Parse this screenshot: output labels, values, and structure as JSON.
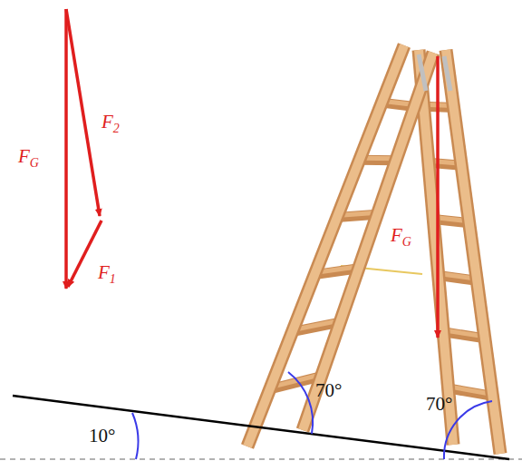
{
  "diagram": {
    "labels": [
      "FG",
      "F2",
      "F1",
      "FG",
      "70°",
      "70°",
      "10°"
    ]
  }
}
